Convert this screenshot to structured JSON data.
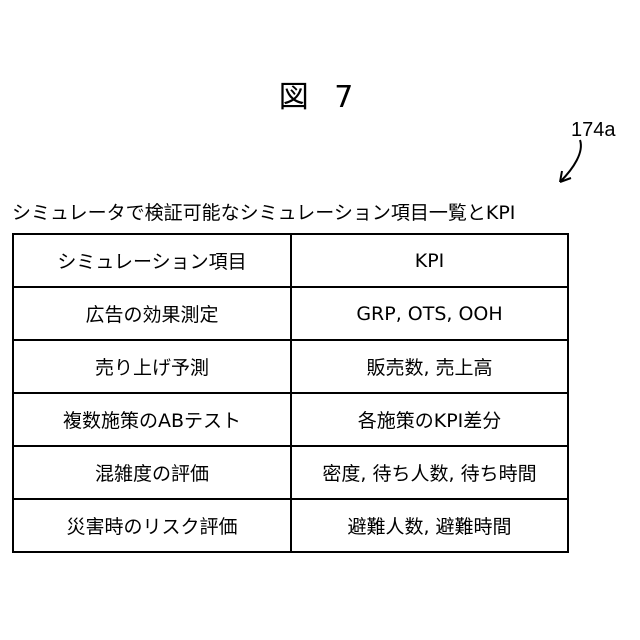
{
  "figure_title": "図 7",
  "reference_label": "174a",
  "caption": "シミュレータで検証可能なシミュレーション項目一覧とKPI",
  "table": {
    "header": [
      "シミュレーション項目",
      "KPI"
    ],
    "rows": [
      [
        "広告の効果測定",
        "GRP, OTS, OOH"
      ],
      [
        "売り上げ予測",
        "販売数, 売上高"
      ],
      [
        "複数施策のABテスト",
        "各施策のKPI差分"
      ],
      [
        "混雑度の評価",
        "密度, 待ち人数, 待ち時間"
      ],
      [
        "災害時のリスク評価",
        "避難人数, 避難時間"
      ]
    ]
  }
}
